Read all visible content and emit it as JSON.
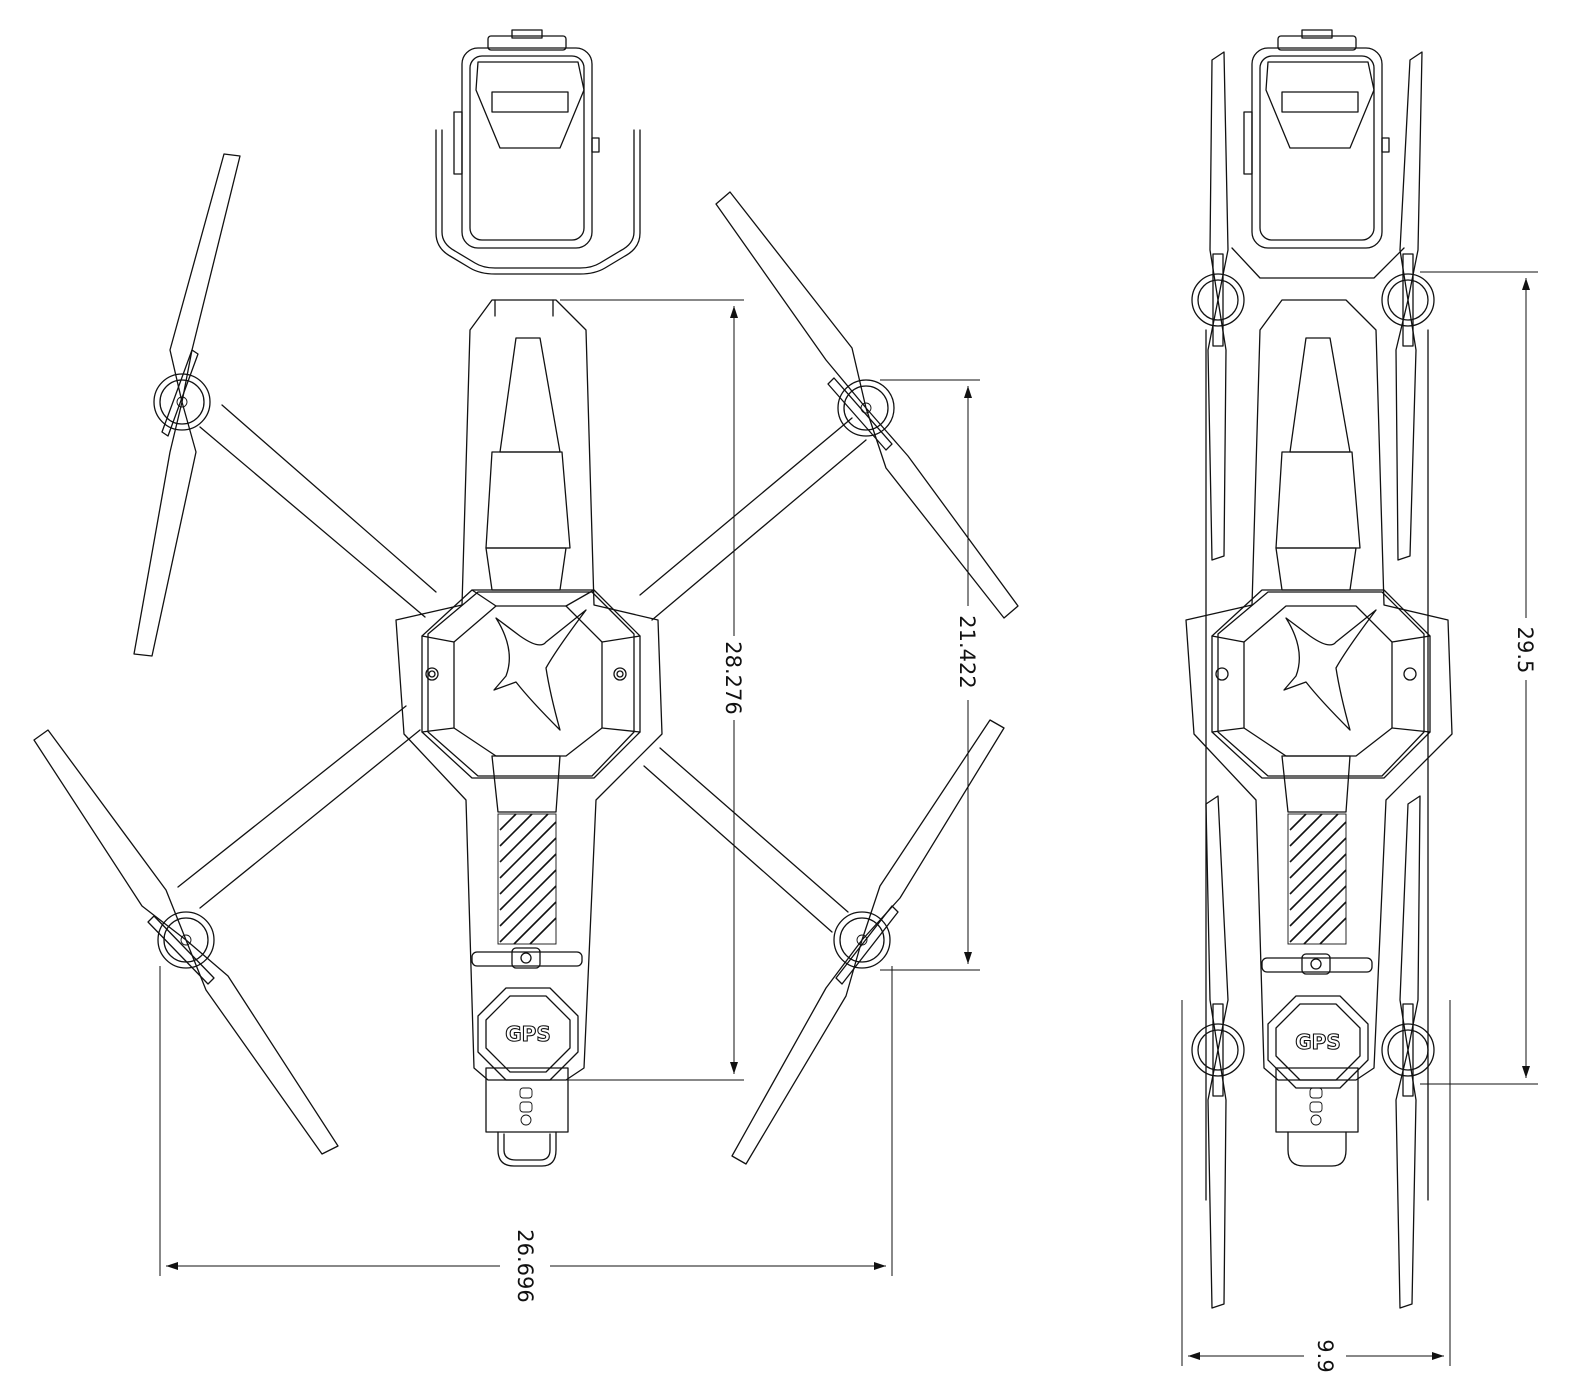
{
  "top_view": {
    "dim_body_length": "28.276",
    "dim_motor_spacing": "21.422",
    "dim_overall_width": "26.696",
    "gps_label": "GPS"
  },
  "folded_view": {
    "dim_folded_length": "29.5",
    "dim_folded_width": "9.9",
    "gps_label": "GPS"
  }
}
